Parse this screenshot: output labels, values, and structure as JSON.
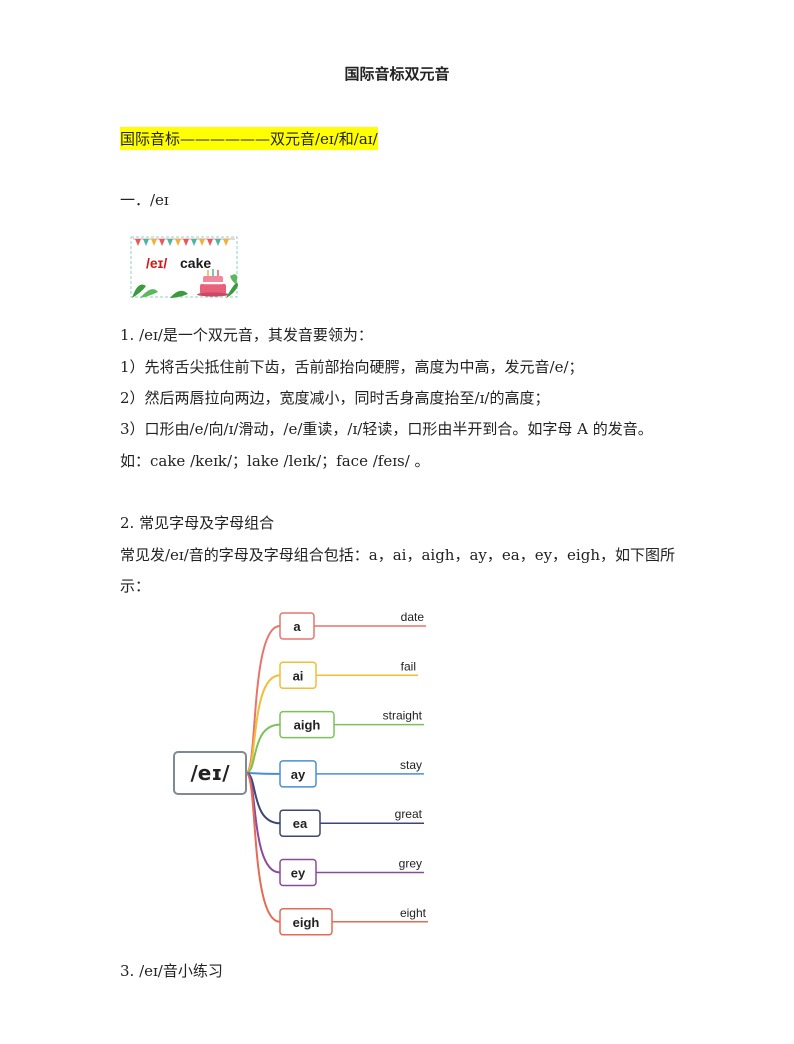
{
  "doc": {
    "title": "国际音标双元音",
    "highlight": "国际音标——————双元音/eɪ/和/aɪ/",
    "section1": "一．/eɪ",
    "card": {
      "phonetic": "/eɪ/",
      "word": "cake",
      "colors": {
        "phonetic": "#d01818",
        "word": "#1a1a1a",
        "bunting": [
          "#e85a5a",
          "#4bb6a6",
          "#f0b33a"
        ],
        "leaf": "#3d9a3d",
        "cake": "#e9607a"
      }
    },
    "p1": "1. /eɪ/是一个双元音，其发音要领为：",
    "p2": "1）先将舌尖抵住前下齿，舌前部抬向硬腭，高度为中高，发元音/e/；",
    "p3": "2）然后两唇拉向两边，宽度减小，同时舌身高度抬至/ɪ/的高度；",
    "p4": "3）口形由/e/向/ɪ/滑动，/e/重读，/ɪ/轻读，口形由半开到合。如字母 A 的发音。",
    "p5": "如：cake /keɪk/；lake /leɪk/；face /feɪs/ 。",
    "p6": "2. 常见字母及字母组合",
    "p7": "常见发/eɪ/音的字母及字母组合包括：a，ai，aigh，ay，ea，ey，eigh，如下图所",
    "p8": "示：",
    "p9": "3. /eɪ/音小练习"
  },
  "mindmap": {
    "root": "/eɪ/",
    "branches": [
      {
        "key": "a",
        "word": "date",
        "color": "#e8756a"
      },
      {
        "key": "ai",
        "word": "fail",
        "color": "#f1be3a"
      },
      {
        "key": "aigh",
        "word": "straight",
        "color": "#7cc25a"
      },
      {
        "key": "ay",
        "word": "stay",
        "color": "#4a8fd6"
      },
      {
        "key": "ea",
        "word": "great",
        "color": "#3c4576"
      },
      {
        "key": "ey",
        "word": "grey",
        "color": "#8a4a9e"
      },
      {
        "key": "eigh",
        "word": "eight",
        "color": "#e66a55"
      }
    ]
  }
}
